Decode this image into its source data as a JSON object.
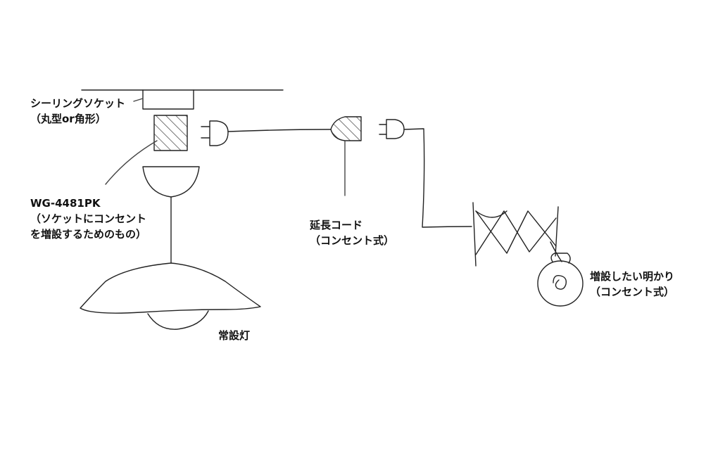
{
  "labels": {
    "ceiling_socket": {
      "line1": "シーリングソケット",
      "line2": "（丸型or角形）"
    },
    "adapter": {
      "line1": "WG-4481PK",
      "line2": "（ソケットにコンセント",
      "line3": "を増設するためのもの）"
    },
    "extension_cord": {
      "line1": "延長コード",
      "line2": "（コンセント式）"
    },
    "added_light": {
      "line1": "増設したい明かり",
      "line2": "（コンセント式）"
    },
    "regular_light": {
      "line1": "常設灯"
    }
  },
  "colors": {
    "stroke": "#222222",
    "hatch": "#555555",
    "leader": "#444444"
  }
}
